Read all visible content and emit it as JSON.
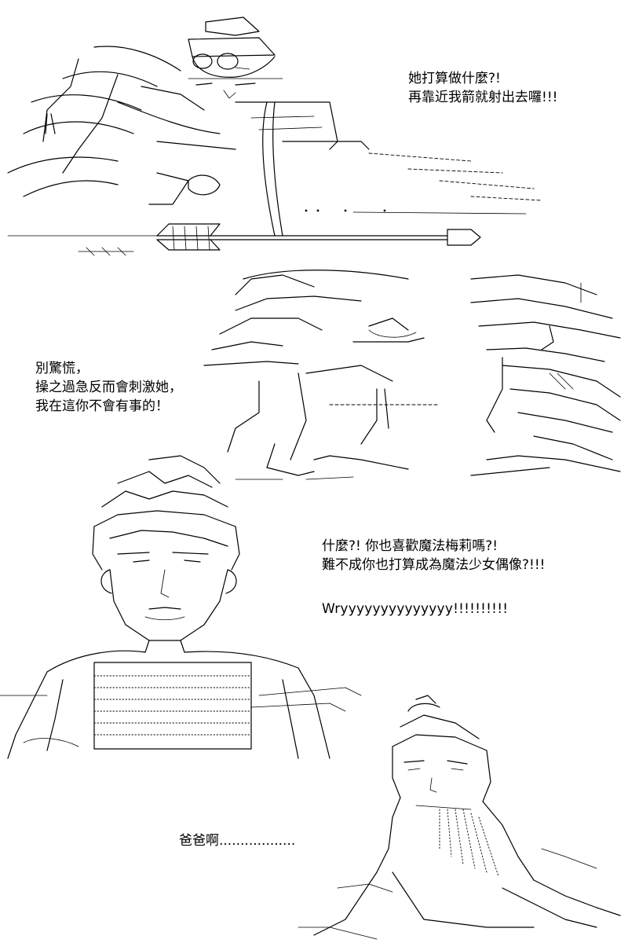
{
  "panels": [
    {
      "id": "panel-1",
      "lines": [
        "她打算做什麼?!",
        "再靠近我箭就射出去囉!!!"
      ]
    },
    {
      "id": "panel-2",
      "lines": [
        "別驚慌，",
        "操之過急反而會刺激她，",
        "我在這你不會有事的！"
      ]
    },
    {
      "id": "panel-3",
      "lines": [
        "什麼?!  你也喜歡魔法梅莉嗎?!",
        "難不成你也打算成為魔法少女偶像?!!!"
      ],
      "shout": "Wryyyyyyyyyyyyyy!!!!!!!!!!"
    },
    {
      "id": "panel-4",
      "lines": [
        "爸爸啊.................."
      ]
    }
  ]
}
